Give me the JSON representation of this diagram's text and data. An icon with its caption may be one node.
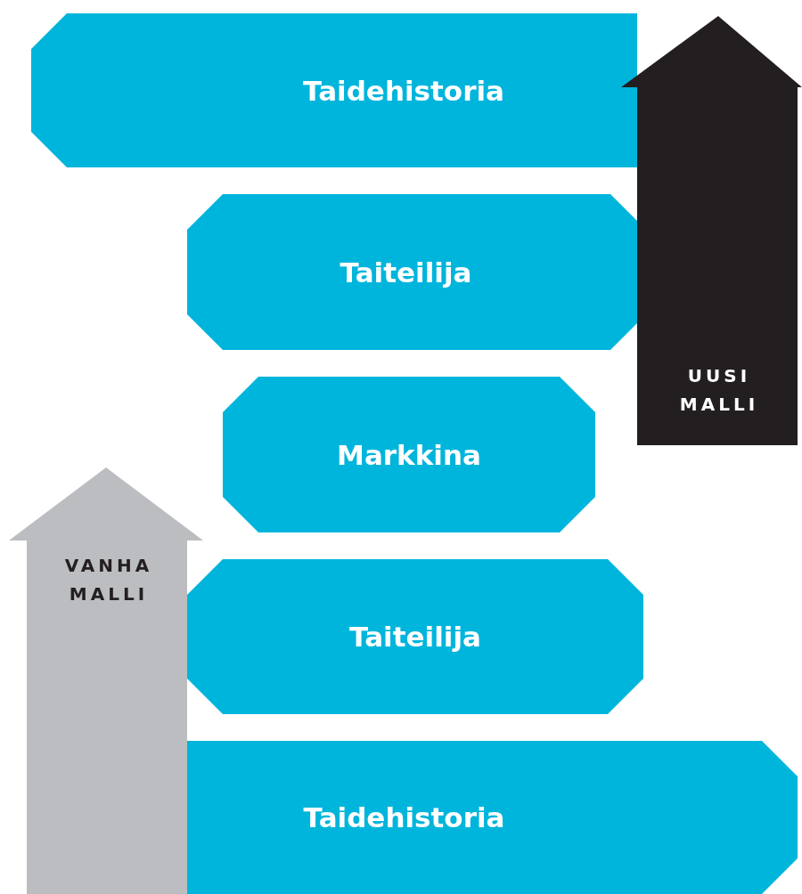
{
  "diagram": {
    "nodes": [
      {
        "text": [
          "Taidehistoria"
        ]
      },
      {
        "text": [
          "Taiteilija"
        ]
      },
      {
        "text": [
          "UUSI MALLI"
        ]
      },
      {
        "text": [
          "Markkina"
        ]
      },
      {
        "text": [
          "VANHA MALLI"
        ]
      },
      {
        "text": [
          "Taiteilija"
        ]
      },
      {
        "text": [
          "Taidehistoria"
        ]
      }
    ]
  }
}
